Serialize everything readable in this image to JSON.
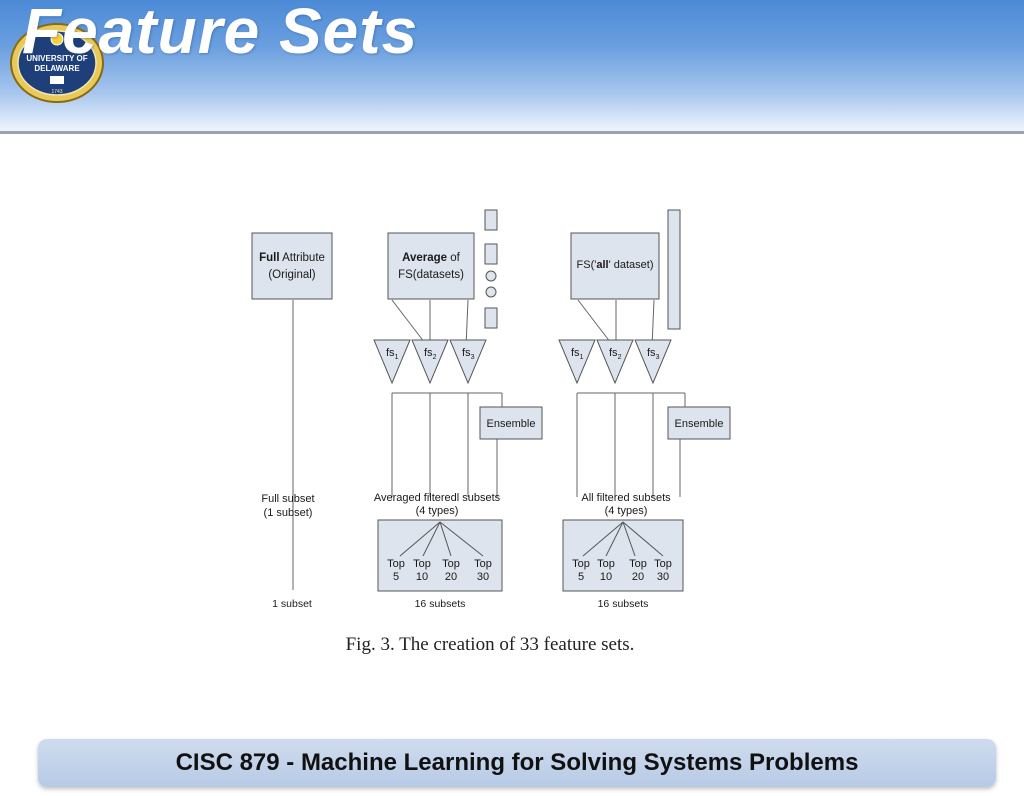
{
  "slide": {
    "title": "Feature Sets",
    "footer": "CISC 879 - Machine Learning for Solving Systems Problems"
  },
  "logo": {
    "line1": "UNIVERSITY OF",
    "line2": "DELAWARE",
    "year": "1743"
  },
  "figure": {
    "caption": "Fig. 3.  The creation of 33 feature sets.",
    "box_full_bold": "Full",
    "box_full_rest": " Attribute",
    "box_full_line2": "(Original)",
    "box_avg_bold": "Average",
    "box_avg_rest": " of",
    "box_avg_line2": "FS(datasets)",
    "box_all_pre": "FS('",
    "box_all_bold": "all",
    "box_all_post": "' dataset)",
    "fs_prefix": "fs",
    "fs_subs": [
      "1",
      "2",
      "3"
    ],
    "ensemble": "Ensemble",
    "full_subset_line1": "Full subset",
    "full_subset_line2": "(1 subset)",
    "avg_subsets_line1": "Averaged filteredl subsets",
    "avg_subsets_line2": "(4 types)",
    "all_subsets_line1": "All filtered subsets",
    "all_subsets_line2": "(4 types)",
    "top_word": "Top",
    "top_numbers": [
      "5",
      "10",
      "20",
      "30"
    ],
    "count_left": "1 subset",
    "count_mid": "16 subsets",
    "count_right": "16 subsets"
  }
}
